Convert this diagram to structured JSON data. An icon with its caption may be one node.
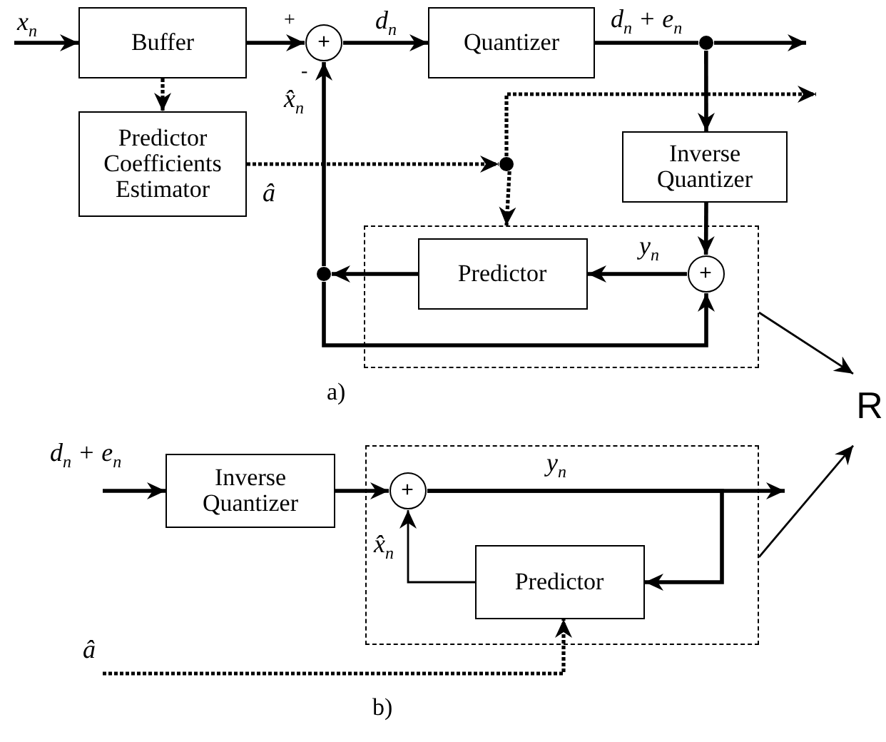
{
  "diagram": {
    "nodes": [
      {
        "text": [
          "Buffer"
        ]
      },
      {
        "text": [
          "+"
        ]
      },
      {
        "text": [
          "Quantizer"
        ]
      },
      {
        "text": [],
        "shape": "circle"
      },
      {
        "text": [
          "Predictor Coefficients Estimator"
        ]
      },
      {
        "text": [],
        "shape": "circle"
      },
      {
        "text": [
          "Inverse Quantizer"
        ]
      },
      {
        "text": [],
        "shape": "box"
      },
      {
        "text": [
          "Predictor"
        ],
        "in": 7
      },
      {
        "text": [
          "+"
        ],
        "in": 7
      },
      {
        "text": [],
        "shape": "circle"
      },
      {
        "text": [
          "R"
        ]
      },
      {
        "text": [
          "Inverse Quantizer"
        ]
      },
      {
        "text": [],
        "shape": "box"
      },
      {
        "text": [
          "+"
        ],
        "in": 13
      },
      {
        "text": [
          "Predictor"
        ],
        "in": 13
      }
    ],
    "edges": [
      {
        "from": null,
        "to": 0,
        "arrow": "to",
        "label": "x$_{n}$"
      },
      {
        "from": 0,
        "to": 1,
        "arrow": "to"
      },
      {
        "from": 1,
        "to": 2,
        "arrow": "to",
        "label": "d$_{n}$"
      },
      {
        "from": 2,
        "to": 3,
        "arrow": "none",
        "label": "d$_{n}$ + e$_{n}$"
      },
      {
        "from": 3,
        "to": null,
        "arrow": "to"
      },
      {
        "from": 3,
        "to": 6,
        "arrow": "to"
      },
      {
        "from": 0,
        "to": 4,
        "arrow": "to",
        "style": "dashed"
      },
      {
        "from": 4,
        "to": 5,
        "arrow": "to",
        "label": "â",
        "style": "dashed"
      },
      {
        "from": 5,
        "to": null,
        "arrow": "to",
        "style": "dashed"
      },
      {
        "from": 5,
        "to": 7,
        "arrow": "to",
        "style": "dashed"
      },
      {
        "from": 6,
        "to": 9,
        "arrow": "to"
      },
      {
        "from": 9,
        "to": 8,
        "arrow": "to",
        "label": "y$_{n}$"
      },
      {
        "from": 8,
        "to": 10,
        "arrow": "to"
      },
      {
        "from": 10,
        "to": 1,
        "arrow": "to",
        "label": "x̂$_{n}$"
      },
      {
        "from": 10,
        "to": 9,
        "arrow": "to"
      },
      {
        "from": 7,
        "to": 11,
        "arrow": "to"
      },
      {
        "from": null,
        "to": 12,
        "arrow": "to",
        "label": "d$_{n}$ + e$_{n}$"
      },
      {
        "from": 12,
        "to": 14,
        "arrow": "to"
      },
      {
        "from": 14,
        "to": null,
        "arrow": "to",
        "label": "y$_{n}$"
      },
      {
        "from": 14,
        "to": 15,
        "arrow": "to"
      },
      {
        "from": 15,
        "to": 14,
        "arrow": "to",
        "label": "x̂$_{n}$"
      },
      {
        "from": null,
        "to": 15,
        "arrow": "to",
        "label": "â",
        "style": "dashed"
      },
      {
        "from": 13,
        "to": 11,
        "arrow": "to"
      }
    ],
    "labels": [
      "+",
      "-",
      "a)",
      "b)"
    ]
  }
}
